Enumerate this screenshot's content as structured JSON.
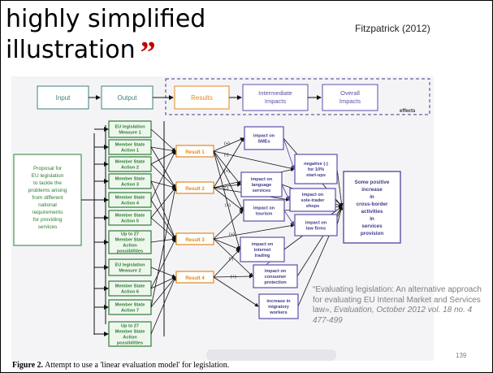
{
  "slide": {
    "title_line1": "highly simplified",
    "title_line2": "illustration",
    "author": "Fitzpatrick (2012)",
    "citation_prefix": "“Evaluating legislation: An alternative approach for evaluating EU Internal Market and Services law», ",
    "citation_journal": "Evaluation",
    "citation_suffix": ", October 2012 vol. 18 no. 4 477-499",
    "page_number": "139",
    "caption_label": "Figure 2.",
    "caption_text": " Attempt to use a 'linear evaluation model' for legislation."
  },
  "diagram": {
    "colors": {
      "green": "#2e7d32",
      "orange": "#e08a1e",
      "purple": "#5b4fa8",
      "teal": "#3d7f7f",
      "slate": "#5a6f8f"
    },
    "top_row": [
      "Input",
      "Output",
      "Results",
      "Intermediate Impacts",
      "Overall Impacts"
    ],
    "effects_label": "effects",
    "proposal": "Proposal for EU legislation to tackle the problems arising from different national requirements for providing services",
    "measures": [
      "EU legislation Measure 1",
      "Member State Action 1",
      "Member State Action 2",
      "Member State Action 3",
      "Member State Action 4",
      "Member State Action 5",
      "Up to 27 Member State Action possibilities",
      "EU legislation Measure 2",
      "Member State Action 6",
      "Member State Action 7",
      "Up to 27 Member State Action possibilities"
    ],
    "results": [
      "Result 1",
      "Result 2",
      "Result 3",
      "Result 4"
    ],
    "impacts": [
      "impact on SMEs",
      "negative (-) for 10% start-ups",
      "impact on language services",
      "impact on sole-trader shops",
      "impact on tourism",
      "impact on law firms",
      "impact on internet trading",
      "impact on consumer protection",
      "increase in migratory workers"
    ],
    "overall": "Some positive increase in cross-border activities in services provision",
    "signs": [
      "(+)",
      "(-)",
      "(+)",
      "(-)",
      "(+)",
      "(+)",
      "(-)",
      "(+)"
    ]
  }
}
